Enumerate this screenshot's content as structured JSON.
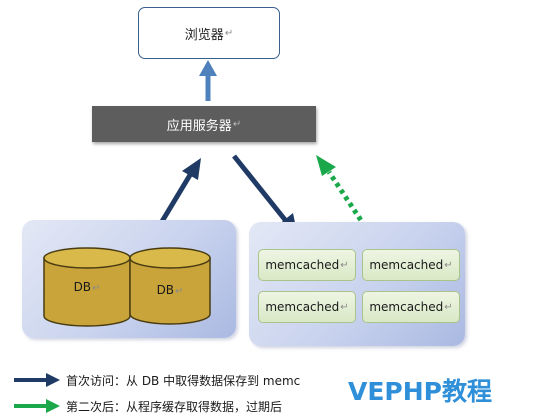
{
  "nodes": {
    "browser": "浏览器",
    "app_server": "应用服务器",
    "db_1": "DB",
    "db_2": "DB",
    "memcached_1": "memcached",
    "memcached_2": "memcached",
    "memcached_3": "memcached",
    "memcached_4": "memcached"
  },
  "para_mark": "↵",
  "legend": [
    {
      "text": "首次访问：从 DB 中取得数据保存到 memc",
      "color": "#1f3a64",
      "style": "solid"
    },
    {
      "text": "第二次后：从程序缓存取得数据，过期后",
      "color": "#1aa84a",
      "style": "dashed"
    }
  ],
  "watermark": "VEPHP教程",
  "colors": {
    "arrow_blue": "#1f3a64",
    "arrow_steel": "#4f81bd",
    "arrow_green": "#1aa84a",
    "db_fill": "#c9a43a",
    "server_fill": "#5d5d5d"
  }
}
